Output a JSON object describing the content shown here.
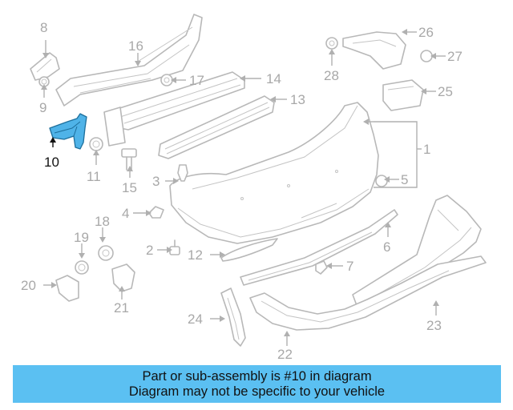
{
  "diagram": {
    "callouts": {
      "c1": "1",
      "c2": "2",
      "c3": "3",
      "c4": "4",
      "c5": "5",
      "c6": "6",
      "c7": "7",
      "c8": "8",
      "c9": "9",
      "c10": "10",
      "c11": "11",
      "c12": "12",
      "c13": "13",
      "c14": "14",
      "c15": "15",
      "c16": "16",
      "c17": "17",
      "c18": "18",
      "c19": "19",
      "c20": "20",
      "c21": "21",
      "c22": "22",
      "c23": "23",
      "c24": "24",
      "c25": "25",
      "c26": "26",
      "c27": "27",
      "c28": "28"
    },
    "highlighted_part": "10",
    "highlight_color": "#4fb3e8",
    "line_color": "#b8b8b8"
  },
  "banner": {
    "line1": "Part or sub-assembly is #10 in diagram",
    "line2": "Diagram may not be specific to your vehicle",
    "background": "#5bc0f2"
  }
}
